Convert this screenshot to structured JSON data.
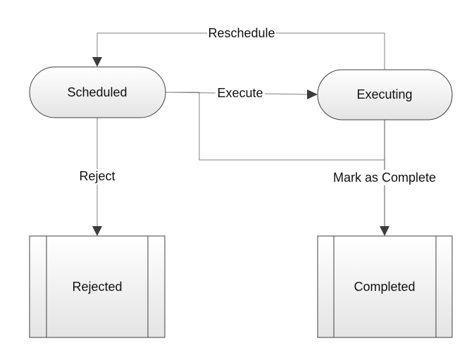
{
  "colors": {
    "background": "#ffffff",
    "node_stroke": "#404040",
    "node_fill_top": "#ffffff",
    "node_fill_bottom": "#e6e6e6",
    "edge": "#808080",
    "arrowhead": "#3c3c3c",
    "text": "#111111"
  },
  "nodes": {
    "scheduled": {
      "label": "Scheduled",
      "shape": "rounded-terminator"
    },
    "executing": {
      "label": "Executing",
      "shape": "rounded-terminator"
    },
    "rejected": {
      "label": "Rejected",
      "shape": "predefined-process"
    },
    "completed": {
      "label": "Completed",
      "shape": "predefined-process"
    }
  },
  "edges": {
    "reschedule": {
      "label": "Reschedule",
      "from": "Executing",
      "to": "Scheduled"
    },
    "execute": {
      "label": "Execute",
      "from": "Scheduled",
      "to": "Executing"
    },
    "reject": {
      "label": "Reject",
      "from": "Scheduled",
      "to": "Rejected"
    },
    "mark_complete": {
      "label": "Mark as Complete",
      "from": "Scheduled / Executing",
      "to": "Completed"
    }
  }
}
